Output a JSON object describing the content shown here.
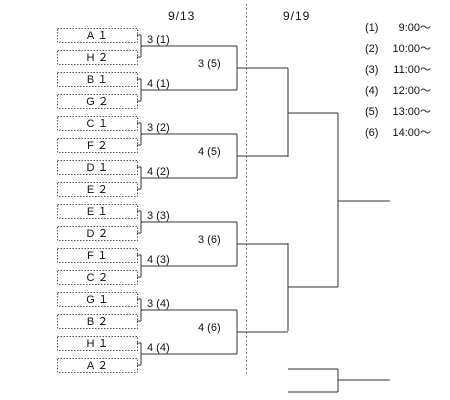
{
  "dates": {
    "day1": "9/13",
    "day2": "9/19"
  },
  "teams": [
    "A１",
    "H２",
    "B１",
    "G２",
    "C１",
    "F２",
    "D１",
    "E２",
    "E１",
    "D２",
    "F１",
    "C２",
    "G１",
    "B２",
    "H１",
    "A２"
  ],
  "round1": [
    "3 (1)",
    "4 (1)",
    "3 (2)",
    "4 (2)",
    "3 (3)",
    "4 (3)",
    "3 (4)",
    "4 (4)"
  ],
  "round2": [
    "3 (5)",
    "4 (5)",
    "3 (6)",
    "4 (6)"
  ],
  "schedule": [
    {
      "num": "(1)",
      "time": "9:00～"
    },
    {
      "num": "(2)",
      "time": "10:00～"
    },
    {
      "num": "(3)",
      "time": "11:00～"
    },
    {
      "num": "(4)",
      "time": "12:00～"
    },
    {
      "num": "(5)",
      "time": "13:00～"
    },
    {
      "num": "(6)",
      "time": "14:00～"
    }
  ]
}
